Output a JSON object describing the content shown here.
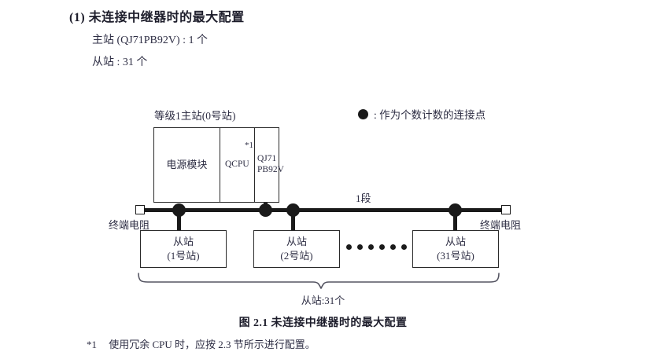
{
  "section": {
    "number": "(1)",
    "title": "未连接中继器时的最大配置",
    "line1": "主站 (QJ71PB92V) : 1 个",
    "line2": "从站 : 31 个"
  },
  "legend": {
    "symbol": "filled-circle",
    "text": ": 作为个数计数的连接点"
  },
  "diagram": {
    "master": {
      "label": "等级1主站(0号站)",
      "cells": [
        {
          "name": "power-module",
          "text": "电源模块"
        },
        {
          "name": "qcpu",
          "text": "QCPU",
          "note": "*1"
        },
        {
          "name": "pb92v",
          "line1": "QJ71",
          "line2": "PB92V"
        }
      ]
    },
    "bus": {
      "segment_label": "1段",
      "terminator_left": "终端电阻",
      "terminator_right": "终端电阻"
    },
    "slaves": [
      {
        "line1": "从站",
        "line2": "(1号站)"
      },
      {
        "line1": "从站",
        "line2": "(2号站)"
      },
      {
        "line1": "从站",
        "line2": "(31号站)"
      }
    ],
    "ellipsis_count": 6,
    "brace_label": "从站:31个"
  },
  "figure_caption": "图 2.1  未连接中继器时的最大配置",
  "footnote": {
    "mark": "*1",
    "text": "使用冗余 CPU 时，应按 2.3 节所示进行配置。"
  },
  "colors": {
    "ink": "#2e2e44",
    "line": "#1a1a1a",
    "bg": "#ffffff"
  }
}
